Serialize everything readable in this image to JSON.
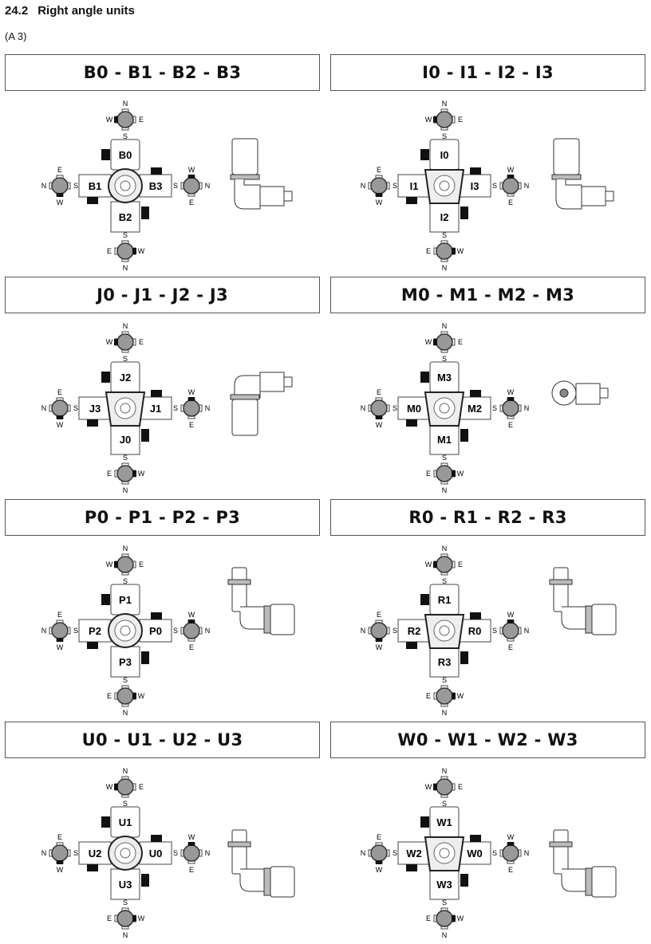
{
  "heading": {
    "number": "24.2",
    "text": "Right angle units"
  },
  "subheading": "(A 3)",
  "compass": {
    "top": {
      "n": "N",
      "w": "W",
      "e": "E",
      "s": "S"
    },
    "left": {
      "top": "E",
      "left": "N",
      "right": "S",
      "bottom": "W"
    },
    "right": {
      "top": "W",
      "left": "S",
      "right": "N",
      "bottom": "E"
    },
    "bottom": {
      "top": "S",
      "left": "E",
      "right": "W",
      "bottom": "N"
    }
  },
  "cells": [
    {
      "title": "B0 - B1 - B2 - B3",
      "housing": "round",
      "side": "up",
      "motors": {
        "top": "B0",
        "left": "B1",
        "right": "B3",
        "bottom": "B2"
      }
    },
    {
      "title": "I0 - I1 - I2 - I3",
      "housing": "trapezoid",
      "side": "up",
      "motors": {
        "top": "I0",
        "left": "I1",
        "right": "I3",
        "bottom": "I2"
      }
    },
    {
      "title": "J0 - J1 - J2 - J3",
      "housing": "trapezoid",
      "side": "down",
      "motors": {
        "top": "J2",
        "left": "J3",
        "right": "J1",
        "bottom": "J0"
      }
    },
    {
      "title": "M0 - M1 - M2 - M3",
      "housing": "trapezoid",
      "side": "front",
      "motors": {
        "top": "M3",
        "left": "M0",
        "right": "M2",
        "bottom": "M1"
      }
    },
    {
      "title": "P0 - P1 - P2 - P3",
      "housing": "round",
      "side": "right",
      "motors": {
        "top": "P1",
        "left": "P2",
        "right": "P0",
        "bottom": "P3"
      }
    },
    {
      "title": "R0 - R1 - R2 - R3",
      "housing": "trapezoid",
      "side": "right",
      "motors": {
        "top": "R1",
        "left": "R2",
        "right": "R0",
        "bottom": "R3"
      }
    },
    {
      "title": "U0 - U1 - U2 - U3",
      "housing": "round",
      "side": "rightdown",
      "motors": {
        "top": "U1",
        "left": "U2",
        "right": "U0",
        "bottom": "U3"
      }
    },
    {
      "title": "W0 - W1 - W2 - W3",
      "housing": "trapezoid",
      "side": "rightdown",
      "motors": {
        "top": "W1",
        "left": "W2",
        "right": "W0",
        "bottom": "W3"
      }
    }
  ]
}
